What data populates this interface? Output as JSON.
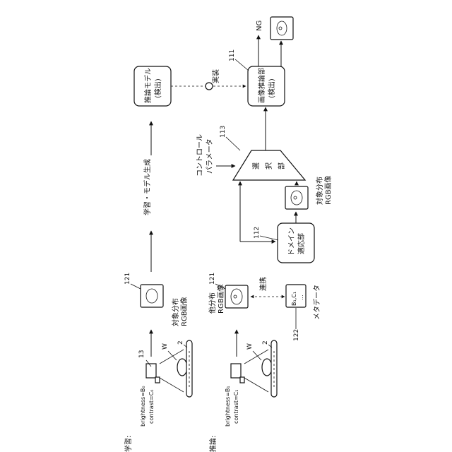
{
  "labels": {
    "gakushu": "学習:",
    "suiron": "推論:",
    "ref_13": "13",
    "ref_2a": "2",
    "ref_2b": "2",
    "ref_Wa": "W",
    "ref_Wb": "W",
    "cam_params_learn": [
      "brightness=B₀",
      "contrast=C₀"
    ],
    "cam_params_infer": [
      "brightness=B₁",
      "contrast=C₁"
    ],
    "ref_121a": "121",
    "ref_121b": "121",
    "target_img_learn": [
      "対象分布",
      "RGB画像"
    ],
    "other_img": [
      "他分布",
      "RGB画像"
    ],
    "renkei": "連携",
    "ref_122": "122",
    "meta_box": [
      "B₁,C₁",
      "..."
    ],
    "metadata": "メタデータ",
    "gen_label": "学習・モデル生成",
    "ref_112": "112",
    "domain_box": [
      "ドメイン",
      "適応部"
    ],
    "target_img_adapted": [
      "対象分布",
      "RGB画像"
    ],
    "ctrl_param": [
      "コントロール",
      "パラメータ"
    ],
    "ref_113": "113",
    "select_box": [
      "選",
      "択",
      "部"
    ],
    "model_box": [
      "推論モデル",
      "(検出)"
    ],
    "jisso": "実装",
    "ref_111": "111",
    "infer_box": [
      "画像推論部",
      "(検出)"
    ],
    "ng": "NG"
  }
}
